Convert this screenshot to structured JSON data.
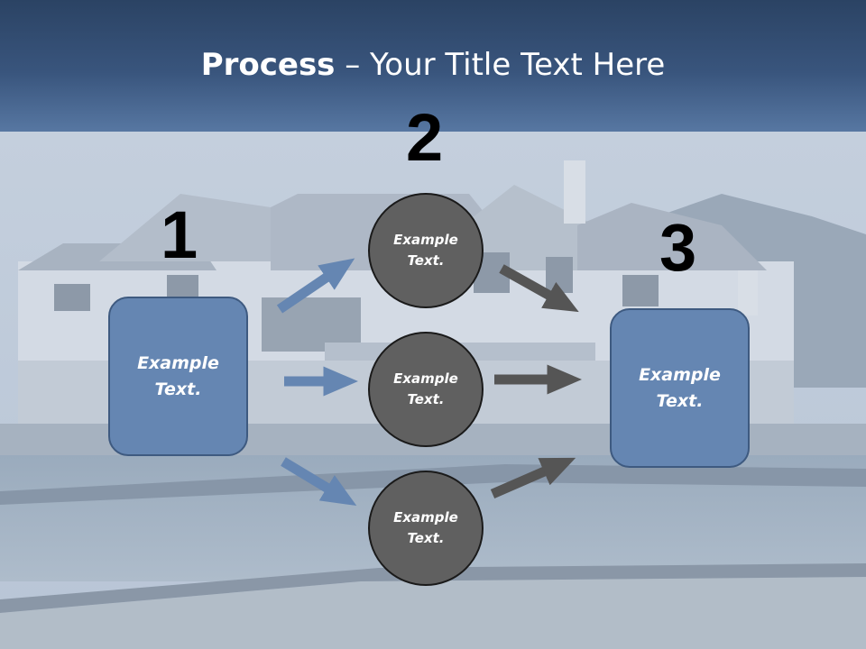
{
  "title": {
    "bold": "Process",
    "rest": " – Your Title Text Here"
  },
  "steps": {
    "one": "1",
    "two": "2",
    "three": "3"
  },
  "box_left": {
    "line1": "Example",
    "line2": "Text."
  },
  "box_right": {
    "line1": "Example",
    "line2": "Text."
  },
  "circles": [
    {
      "line1": "Example",
      "line2": "Text."
    },
    {
      "line1": "Example",
      "line2": "Text."
    },
    {
      "line1": "Example",
      "line2": "Text."
    }
  ],
  "colors": {
    "header": "#39557d",
    "box": "#6586b2",
    "circle": "#606060",
    "arrow_blue": "#6586b2",
    "arrow_gray": "#555555"
  }
}
